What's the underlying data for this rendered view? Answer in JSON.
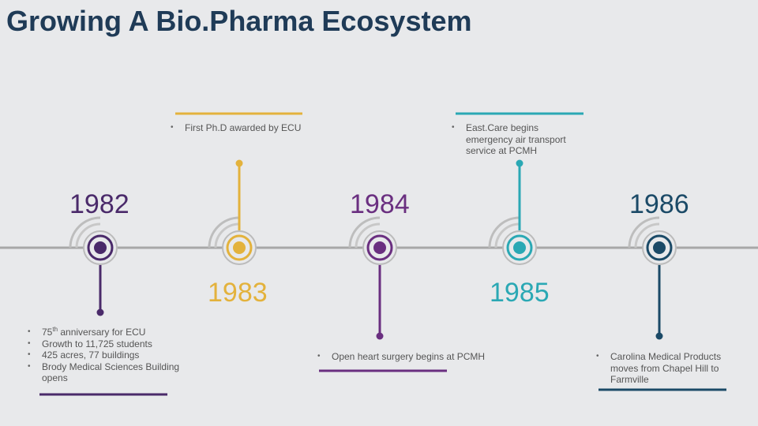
{
  "slide": {
    "title": "Growing A Bio.Pharma Ecosystem"
  },
  "colors": {
    "purple_dark": "#4a2a6a",
    "purple": "#6a2f80",
    "gold": "#e3b23c",
    "teal": "#2aa8b4",
    "navy": "#1b4a67",
    "axis": "#a8a8a8"
  },
  "milestones": {
    "y1982": {
      "year": "1982",
      "items": [
        "75",
        "Growth to 11,725 students",
        "425 acres, 77 buildings",
        "Brody Medical Sciences Building opens"
      ],
      "anniversary_sup": "th",
      "anniversary_rest": " anniversary for ECU"
    },
    "y1983": {
      "year": "1983",
      "items": [
        "First Ph.D awarded by ECU"
      ]
    },
    "y1984": {
      "year": "1984",
      "items": [
        "Open heart surgery begins at PCMH"
      ]
    },
    "y1985": {
      "year": "1985",
      "items": [
        "East.Care begins emergency air transport service at PCMH"
      ]
    },
    "y1986": {
      "year": "1986",
      "items": [
        "Carolina Medical Products moves from Chapel Hill to Farmville"
      ]
    }
  }
}
